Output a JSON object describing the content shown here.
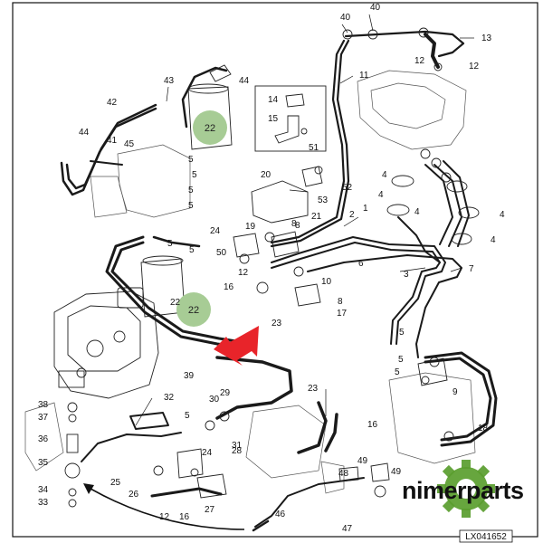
{
  "diagram": {
    "reference_code": "LX041652",
    "brand": "nimerparts",
    "circled_labels": [
      "22",
      "22"
    ],
    "callouts": [
      "40",
      "40",
      "13",
      "12",
      "12",
      "11",
      "44",
      "43",
      "42",
      "44",
      "41",
      "45",
      "14",
      "15",
      "51",
      "5",
      "5",
      "5",
      "5",
      "20",
      "53",
      "52",
      "4",
      "4",
      "4",
      "4",
      "4",
      "8",
      "21",
      "1",
      "2",
      "24",
      "19",
      "8",
      "5",
      "5",
      "50",
      "7",
      "6",
      "3",
      "12",
      "16",
      "10",
      "8",
      "17",
      "23",
      "22",
      "39",
      "38",
      "37",
      "36",
      "35",
      "34",
      "33",
      "32",
      "30",
      "29",
      "5",
      "31",
      "28",
      "24",
      "23",
      "16",
      "25",
      "26",
      "12",
      "16",
      "27",
      "49",
      "48",
      "49",
      "46",
      "47",
      "5",
      "5",
      "5",
      "9",
      "18"
    ],
    "colors": {
      "badge": "#a7cc95",
      "arrow": "#e8242a",
      "brand_gear": "#5a9e2e"
    }
  }
}
